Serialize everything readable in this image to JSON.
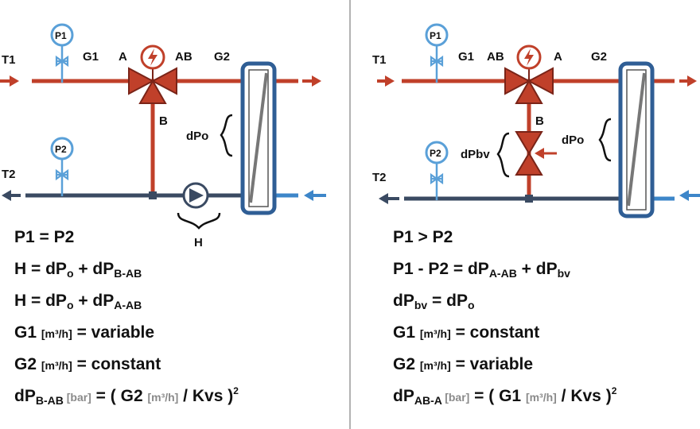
{
  "left": {
    "labels": {
      "t1": "T1",
      "t2": "T2",
      "g1": "G1",
      "g2": "G2",
      "a": "A",
      "ab": "AB",
      "b": "B",
      "p1": "P1",
      "p2": "P2",
      "dpo": "dPo",
      "h": "H"
    },
    "formulas": [
      {
        "a": "P1 = P2"
      },
      {
        "a": "H = dP",
        "sub1": "o",
        "b": " + dP",
        "sub2": "B-AB"
      },
      {
        "a": "H = dP",
        "sub1": "o",
        "b": " + dP",
        "sub2": "A-AB"
      },
      {
        "a": "G1 ",
        "unit": "[m³/h]",
        "b": " = variable"
      },
      {
        "a": "G2 ",
        "unit": "[m³/h]",
        "b": " = constant"
      },
      {
        "a": "dP",
        "sub": "B-AB",
        "unit1": " [bar]",
        "b": " = ( G2 ",
        "unit2": "[m³/h]",
        "c": " / Kvs )",
        "sup": "2"
      }
    ]
  },
  "right": {
    "labels": {
      "t1": "T1",
      "t2": "T2",
      "g1": "G1",
      "g2": "G2",
      "ab": "AB",
      "a": "A",
      "b": "B",
      "p1": "P1",
      "p2": "P2",
      "dpbv": "dPbv",
      "dpo": "dPo"
    },
    "formulas": [
      {
        "a": "P1 > P2"
      },
      {
        "a": "P1 - P2 = dP",
        "sub1": "A-AB",
        "b": " + dP",
        "sub2": "bv"
      },
      {
        "a": "dP",
        "sub1": "bv",
        "b": " = dP",
        "sub2": "o"
      },
      {
        "a": "G1 ",
        "unit": "[m³/h]",
        "b": " = constant"
      },
      {
        "a": "G2 ",
        "unit": "[m³/h]",
        "b": " = variable"
      },
      {
        "a": "dP",
        "sub": "AB-A",
        "unit1": " [bar]",
        "b": " = ( G1 ",
        "unit2": "[m³/h]",
        "c": " / Kvs )",
        "sup": "2"
      }
    ]
  },
  "colors": {
    "supply": "#c0402a",
    "return": "#3a4a62",
    "return_in": "#3d86c9",
    "exchanger": "#2f5e95",
    "gauge": "#5aa0d8",
    "divider": "#9a9a9a"
  }
}
